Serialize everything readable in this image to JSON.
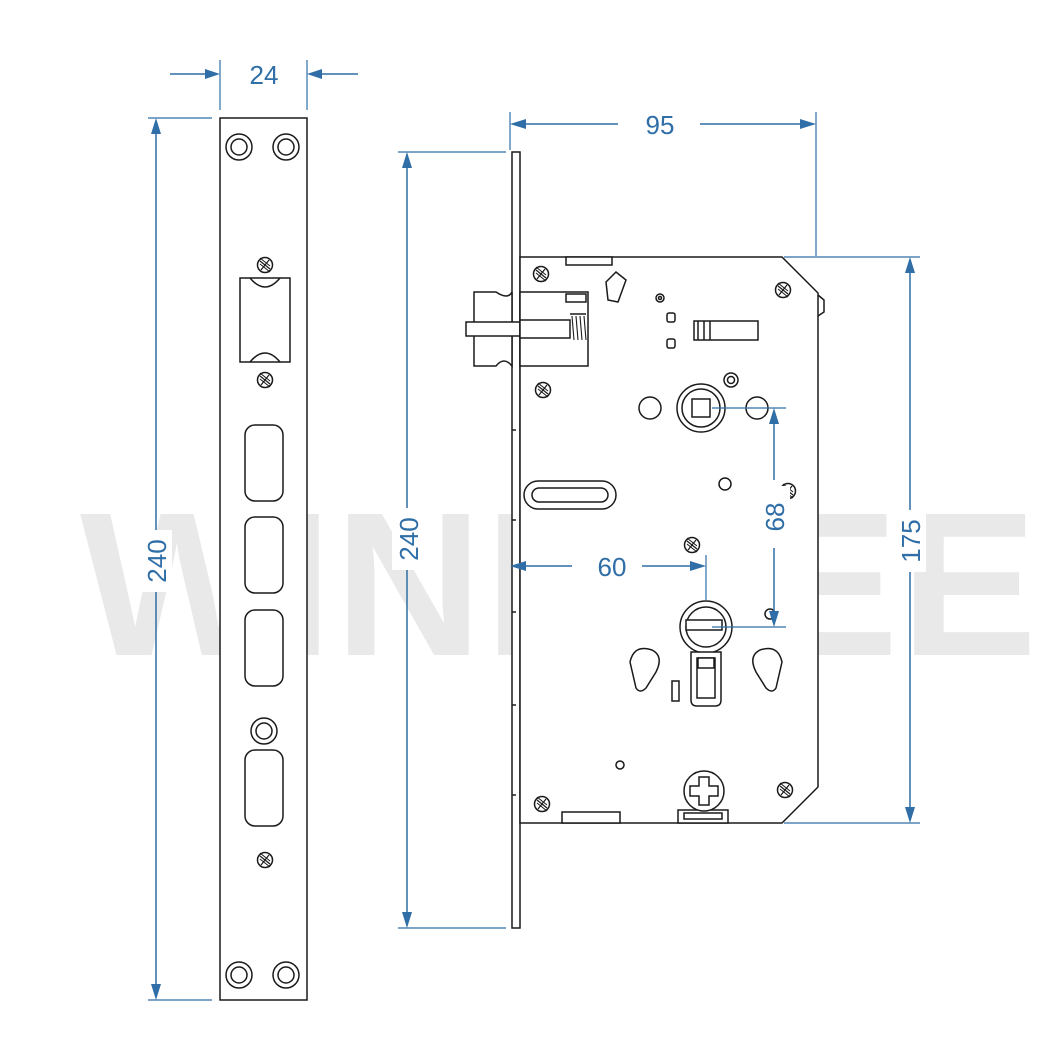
{
  "watermark": "WINFREE",
  "dimensions": {
    "strike_width": "24",
    "strike_height": "240",
    "faceplate_height": "240",
    "body_depth": "95",
    "body_height": "175",
    "backset": "60",
    "center_distance": "68"
  },
  "colors": {
    "dimension": "#2f6ea6",
    "outline": "#1a1a1a",
    "watermark": "#e9e9e9"
  }
}
